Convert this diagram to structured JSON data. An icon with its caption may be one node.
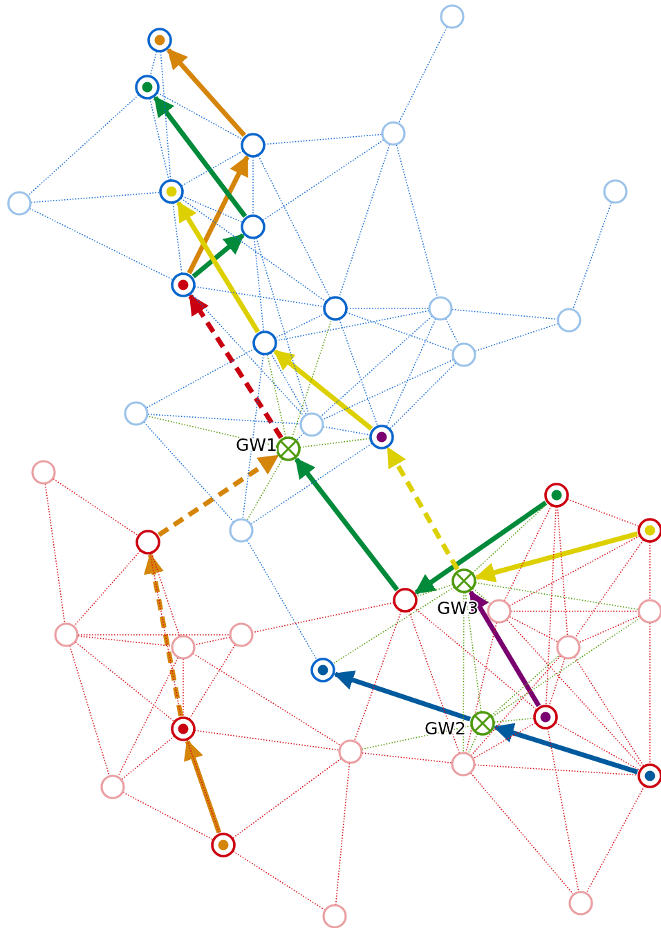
{
  "diagram": {
    "nodes": [
      {
        "text": [],
        "shape": "circle"
      },
      {
        "text": [],
        "shape": "circle"
      },
      {
        "text": [],
        "shape": "circle"
      },
      {
        "text": [],
        "shape": "circle"
      },
      {
        "text": [],
        "shape": "circle"
      },
      {
        "text": [],
        "shape": "circle"
      },
      {
        "text": [],
        "shape": "circle"
      },
      {
        "text": [],
        "shape": "circle"
      },
      {
        "text": [],
        "shape": "circle"
      },
      {
        "text": [],
        "shape": "circle"
      },
      {
        "text": [],
        "shape": "circle"
      },
      {
        "text": [],
        "shape": "circle"
      },
      {
        "text": [],
        "shape": "circle"
      },
      {
        "text": [],
        "shape": "circle"
      },
      {
        "text": [],
        "shape": "circle"
      },
      {
        "text": [],
        "shape": "circle"
      },
      {
        "text": [],
        "shape": "circle"
      },
      {
        "text": [],
        "shape": "circle"
      },
      {
        "text": [],
        "shape": "circle",
        "beside": [
          "GW1"
        ]
      },
      {
        "text": [],
        "shape": "circle"
      },
      {
        "text": [],
        "shape": "circle"
      },
      {
        "text": [],
        "shape": "circle"
      },
      {
        "text": [],
        "shape": "circle"
      },
      {
        "text": [],
        "shape": "circle"
      },
      {
        "text": [],
        "shape": "circle",
        "beside": [
          "GW3"
        ]
      },
      {
        "text": [],
        "shape": "circle"
      },
      {
        "text": [],
        "shape": "circle"
      },
      {
        "text": [],
        "shape": "circle"
      },
      {
        "text": [],
        "shape": "circle"
      },
      {
        "text": [],
        "shape": "circle"
      },
      {
        "text": [],
        "shape": "circle"
      },
      {
        "text": [],
        "shape": "circle"
      },
      {
        "text": [],
        "shape": "circle"
      },
      {
        "text": [],
        "shape": "circle"
      },
      {
        "text": [],
        "shape": "circle",
        "beside": [
          "GW2"
        ]
      },
      {
        "text": [],
        "shape": "circle"
      },
      {
        "text": [],
        "shape": "circle"
      },
      {
        "text": [],
        "shape": "circle"
      },
      {
        "text": [],
        "shape": "circle"
      },
      {
        "text": [],
        "shape": "circle"
      },
      {
        "text": [],
        "shape": "circle"
      },
      {
        "text": [],
        "shape": "circle"
      },
      {
        "text": [],
        "shape": "circle"
      }
    ],
    "edges": [
      {
        "from": 40,
        "to": 35,
        "arrow": "to",
        "style": "thick",
        "color": "#d4850a"
      },
      {
        "from": 35,
        "to": 23,
        "arrow": "to",
        "style": "dashed",
        "color": "#d4850a"
      },
      {
        "from": 23,
        "to": 18,
        "arrow": "to",
        "style": "dashed",
        "color": "#d4850a"
      },
      {
        "from": 18,
        "to": 9,
        "arrow": "to",
        "style": "dashed",
        "color": "#c8000f"
      },
      {
        "from": 9,
        "to": 4,
        "arrow": "to",
        "style": "thick",
        "color": "#d4850a"
      },
      {
        "from": 4,
        "to": 1,
        "arrow": "to",
        "style": "thick",
        "color": "#d4850a"
      },
      {
        "from": 20,
        "to": 25,
        "arrow": "to",
        "style": "thick",
        "color": "#008a3a"
      },
      {
        "from": 25,
        "to": 18,
        "arrow": "to",
        "style": "thick",
        "color": "#008a3a"
      },
      {
        "from": 9,
        "to": 8,
        "arrow": "to",
        "style": "thick",
        "color": "#008a3a"
      },
      {
        "from": 8,
        "to": 2,
        "arrow": "to",
        "style": "thick",
        "color": "#008a3a"
      },
      {
        "from": 22,
        "to": 24,
        "arrow": "to",
        "style": "thick",
        "color": "#ddd000"
      },
      {
        "from": 24,
        "to": 17,
        "arrow": "to",
        "style": "dashed",
        "color": "#ddd000"
      },
      {
        "from": 17,
        "to": 13,
        "arrow": "to",
        "style": "thick",
        "color": "#ddd000"
      },
      {
        "from": 13,
        "to": 5,
        "arrow": "to",
        "style": "thick",
        "color": "#ddd000"
      },
      {
        "from": 33,
        "to": 24,
        "arrow": "to",
        "style": "thick",
        "color": "#7a0070"
      },
      {
        "from": 38,
        "to": 34,
        "arrow": "to",
        "style": "thick",
        "color": "#005a9e"
      },
      {
        "from": 34,
        "to": 32,
        "arrow": "to",
        "style": "thick",
        "color": "#005a9e"
      },
      {
        "from": 0,
        "to": 3,
        "arrow": "none",
        "style": "dashed",
        "color": "#1a6fd6"
      },
      {
        "from": 1,
        "to": 2,
        "arrow": "none",
        "style": "dashed",
        "color": "#1a6fd6"
      },
      {
        "from": 1,
        "to": 5,
        "arrow": "none",
        "style": "dashed",
        "color": "#1a6fd6"
      },
      {
        "from": 2,
        "to": 7,
        "arrow": "none",
        "style": "dashed",
        "color": "#1a6fd6"
      },
      {
        "from": 2,
        "to": 4,
        "arrow": "none",
        "style": "dashed",
        "color": "#1a6fd6"
      },
      {
        "from": 2,
        "to": 5,
        "arrow": "none",
        "style": "dashed",
        "color": "#1a6fd6"
      },
      {
        "from": 4,
        "to": 3,
        "arrow": "none",
        "style": "dashed",
        "color": "#1a6fd6"
      },
      {
        "from": 4,
        "to": 5,
        "arrow": "none",
        "style": "dashed",
        "color": "#1a6fd6"
      },
      {
        "from": 4,
        "to": 8,
        "arrow": "none",
        "style": "dashed",
        "color": "#1a6fd6"
      },
      {
        "from": 4,
        "to": 10,
        "arrow": "none",
        "style": "dashed",
        "color": "#1a6fd6"
      },
      {
        "from": 3,
        "to": 8,
        "arrow": "none",
        "style": "dashed",
        "color": "#1a6fd6"
      },
      {
        "from": 3,
        "to": 10,
        "arrow": "none",
        "style": "dashed",
        "color": "#1a6fd6"
      },
      {
        "from": 3,
        "to": 11,
        "arrow": "none",
        "style": "dashed",
        "color": "#1a6fd6"
      },
      {
        "from": 6,
        "to": 12,
        "arrow": "none",
        "style": "dashed",
        "color": "#1a6fd6"
      },
      {
        "from": 7,
        "to": 5,
        "arrow": "none",
        "style": "dashed",
        "color": "#1a6fd6"
      },
      {
        "from": 7,
        "to": 9,
        "arrow": "none",
        "style": "dashed",
        "color": "#1a6fd6"
      },
      {
        "from": 5,
        "to": 9,
        "arrow": "none",
        "style": "dashed",
        "color": "#1a6fd6"
      },
      {
        "from": 5,
        "to": 8,
        "arrow": "none",
        "style": "dashed",
        "color": "#1a6fd6"
      },
      {
        "from": 5,
        "to": 10,
        "arrow": "none",
        "style": "dashed",
        "color": "#1a6fd6"
      },
      {
        "from": 8,
        "to": 13,
        "arrow": "none",
        "style": "dashed",
        "color": "#1a6fd6"
      },
      {
        "from": 8,
        "to": 16,
        "arrow": "none",
        "style": "dashed",
        "color": "#1a6fd6"
      },
      {
        "from": 9,
        "to": 10,
        "arrow": "none",
        "style": "dashed",
        "color": "#1a6fd6"
      },
      {
        "from": 9,
        "to": 16,
        "arrow": "none",
        "style": "dashed",
        "color": "#1a6fd6"
      },
      {
        "from": 10,
        "to": 11,
        "arrow": "none",
        "style": "dashed",
        "color": "#1a6fd6"
      },
      {
        "from": 10,
        "to": 13,
        "arrow": "none",
        "style": "dashed",
        "color": "#1a6fd6"
      },
      {
        "from": 10,
        "to": 14,
        "arrow": "none",
        "style": "dashed",
        "color": "#1a6fd6"
      },
      {
        "from": 10,
        "to": 17,
        "arrow": "none",
        "style": "dashed",
        "color": "#1a6fd6"
      },
      {
        "from": 11,
        "to": 12,
        "arrow": "none",
        "style": "dashed",
        "color": "#1a6fd6"
      },
      {
        "from": 11,
        "to": 13,
        "arrow": "none",
        "style": "dashed",
        "color": "#1a6fd6"
      },
      {
        "from": 11,
        "to": 14,
        "arrow": "none",
        "style": "dashed",
        "color": "#1a6fd6"
      },
      {
        "from": 11,
        "to": 16,
        "arrow": "none",
        "style": "dashed",
        "color": "#1a6fd6"
      },
      {
        "from": 11,
        "to": 17,
        "arrow": "none",
        "style": "dashed",
        "color": "#1a6fd6"
      },
      {
        "from": 12,
        "to": 14,
        "arrow": "none",
        "style": "dashed",
        "color": "#1a6fd6"
      },
      {
        "from": 13,
        "to": 15,
        "arrow": "none",
        "style": "dashed",
        "color": "#1a6fd6"
      },
      {
        "from": 13,
        "to": 16,
        "arrow": "none",
        "style": "dashed",
        "color": "#1a6fd6"
      },
      {
        "from": 13,
        "to": 21,
        "arrow": "none",
        "style": "dashed",
        "color": "#1a6fd6"
      },
      {
        "from": 14,
        "to": 16,
        "arrow": "none",
        "style": "dashed",
        "color": "#1a6fd6"
      },
      {
        "from": 14,
        "to": 17,
        "arrow": "none",
        "style": "dashed",
        "color": "#1a6fd6"
      },
      {
        "from": 15,
        "to": 16,
        "arrow": "none",
        "style": "dashed",
        "color": "#1a6fd6"
      },
      {
        "from": 15,
        "to": 21,
        "arrow": "none",
        "style": "dashed",
        "color": "#1a6fd6"
      },
      {
        "from": 16,
        "to": 17,
        "arrow": "none",
        "style": "dashed",
        "color": "#1a6fd6"
      },
      {
        "from": 16,
        "to": 18,
        "arrow": "none",
        "style": "dashed",
        "color": "#1a6fd6"
      },
      {
        "from": 17,
        "to": 21,
        "arrow": "none",
        "style": "dashed",
        "color": "#1a6fd6"
      },
      {
        "from": 21,
        "to": 32,
        "arrow": "none",
        "style": "dashed",
        "color": "#1a6fd6"
      },
      {
        "from": 18,
        "to": 15,
        "arrow": "none",
        "style": "dashed",
        "color": "#5a9e10"
      },
      {
        "from": 18,
        "to": 17,
        "arrow": "none",
        "style": "dashed",
        "color": "#5a9e10"
      },
      {
        "from": 18,
        "to": 13,
        "arrow": "none",
        "style": "dashed",
        "color": "#5a9e10"
      },
      {
        "from": 18,
        "to": 10,
        "arrow": "none",
        "style": "dashed",
        "color": "#5a9e10"
      },
      {
        "from": 18,
        "to": 21,
        "arrow": "none",
        "style": "dashed",
        "color": "#5a9e10"
      },
      {
        "from": 19,
        "to": 23,
        "arrow": "none",
        "style": "dashed",
        "color": "#d9101a"
      },
      {
        "from": 19,
        "to": 28,
        "arrow": "none",
        "style": "dashed",
        "color": "#d9101a"
      },
      {
        "from": 20,
        "to": 22,
        "arrow": "none",
        "style": "dashed",
        "color": "#d9101a"
      },
      {
        "from": 20,
        "to": 26,
        "arrow": "none",
        "style": "dashed",
        "color": "#d9101a"
      },
      {
        "from": 20,
        "to": 31,
        "arrow": "none",
        "style": "dashed",
        "color": "#d9101a"
      },
      {
        "from": 20,
        "to": 33,
        "arrow": "none",
        "style": "dashed",
        "color": "#d9101a"
      },
      {
        "from": 22,
        "to": 26,
        "arrow": "none",
        "style": "dashed",
        "color": "#d9101a"
      },
      {
        "from": 22,
        "to": 27,
        "arrow": "none",
        "style": "dashed",
        "color": "#d9101a"
      },
      {
        "from": 22,
        "to": 31,
        "arrow": "none",
        "style": "dashed",
        "color": "#d9101a"
      },
      {
        "from": 23,
        "to": 28,
        "arrow": "none",
        "style": "dashed",
        "color": "#d9101a"
      },
      {
        "from": 23,
        "to": 30,
        "arrow": "none",
        "style": "dashed",
        "color": "#d9101a"
      },
      {
        "from": 23,
        "to": 35,
        "arrow": "none",
        "style": "dashed",
        "color": "#d9101a"
      },
      {
        "from": 25,
        "to": 29,
        "arrow": "none",
        "style": "dashed",
        "color": "#d9101a"
      },
      {
        "from": 25,
        "to": 36,
        "arrow": "none",
        "style": "dashed",
        "color": "#d9101a"
      },
      {
        "from": 25,
        "to": 37,
        "arrow": "none",
        "style": "dashed",
        "color": "#d9101a"
      },
      {
        "from": 25,
        "to": 33,
        "arrow": "none",
        "style": "dashed",
        "color": "#d9101a"
      },
      {
        "from": 26,
        "to": 27,
        "arrow": "none",
        "style": "dashed",
        "color": "#d9101a"
      },
      {
        "from": 26,
        "to": 31,
        "arrow": "none",
        "style": "dashed",
        "color": "#d9101a"
      },
      {
        "from": 26,
        "to": 37,
        "arrow": "none",
        "style": "dashed",
        "color": "#d9101a"
      },
      {
        "from": 26,
        "to": 38,
        "arrow": "none",
        "style": "dashed",
        "color": "#d9101a"
      },
      {
        "from": 27,
        "to": 31,
        "arrow": "none",
        "style": "dashed",
        "color": "#d9101a"
      },
      {
        "from": 27,
        "to": 38,
        "arrow": "none",
        "style": "dashed",
        "color": "#d9101a"
      },
      {
        "from": 28,
        "to": 29,
        "arrow": "none",
        "style": "dashed",
        "color": "#d9101a"
      },
      {
        "from": 28,
        "to": 30,
        "arrow": "none",
        "style": "dashed",
        "color": "#d9101a"
      },
      {
        "from": 28,
        "to": 35,
        "arrow": "none",
        "style": "dashed",
        "color": "#d9101a"
      },
      {
        "from": 28,
        "to": 39,
        "arrow": "none",
        "style": "dashed",
        "color": "#d9101a"
      },
      {
        "from": 29,
        "to": 30,
        "arrow": "none",
        "style": "dashed",
        "color": "#d9101a"
      },
      {
        "from": 29,
        "to": 35,
        "arrow": "none",
        "style": "dashed",
        "color": "#d9101a"
      },
      {
        "from": 30,
        "to": 35,
        "arrow": "none",
        "style": "dashed",
        "color": "#d9101a"
      },
      {
        "from": 30,
        "to": 39,
        "arrow": "none",
        "style": "dashed",
        "color": "#d9101a"
      },
      {
        "from": 30,
        "to": 36,
        "arrow": "none",
        "style": "dashed",
        "color": "#d9101a"
      },
      {
        "from": 31,
        "to": 33,
        "arrow": "none",
        "style": "dashed",
        "color": "#d9101a"
      },
      {
        "from": 31,
        "to": 37,
        "arrow": "none",
        "style": "dashed",
        "color": "#d9101a"
      },
      {
        "from": 31,
        "to": 38,
        "arrow": "none",
        "style": "dashed",
        "color": "#d9101a"
      },
      {
        "from": 33,
        "to": 37,
        "arrow": "none",
        "style": "dashed",
        "color": "#d9101a"
      },
      {
        "from": 33,
        "to": 38,
        "arrow": "none",
        "style": "dashed",
        "color": "#d9101a"
      },
      {
        "from": 33,
        "to": 41,
        "arrow": "none",
        "style": "dashed",
        "color": "#d9101a"
      },
      {
        "from": 35,
        "to": 36,
        "arrow": "none",
        "style": "dashed",
        "color": "#d9101a"
      },
      {
        "from": 35,
        "to": 39,
        "arrow": "none",
        "style": "dashed",
        "color": "#d9101a"
      },
      {
        "from": 35,
        "to": 40,
        "arrow": "none",
        "style": "dashed",
        "color": "#d9101a"
      },
      {
        "from": 36,
        "to": 37,
        "arrow": "none",
        "style": "dashed",
        "color": "#d9101a"
      },
      {
        "from": 36,
        "to": 40,
        "arrow": "none",
        "style": "dashed",
        "color": "#d9101a"
      },
      {
        "from": 36,
        "to": 42,
        "arrow": "none",
        "style": "dashed",
        "color": "#d9101a"
      },
      {
        "from": 37,
        "to": 38,
        "arrow": "none",
        "style": "dashed",
        "color": "#d9101a"
      },
      {
        "from": 37,
        "to": 41,
        "arrow": "none",
        "style": "dashed",
        "color": "#d9101a"
      },
      {
        "from": 38,
        "to": 41,
        "arrow": "none",
        "style": "dashed",
        "color": "#d9101a"
      },
      {
        "from": 39,
        "to": 40,
        "arrow": "none",
        "style": "dashed",
        "color": "#d9101a"
      },
      {
        "from": 40,
        "to": 42,
        "arrow": "none",
        "style": "dashed",
        "color": "#d9101a"
      },
      {
        "from": 24,
        "to": 20,
        "arrow": "none",
        "style": "dashed",
        "color": "#5a9e10"
      },
      {
        "from": 24,
        "to": 25,
        "arrow": "none",
        "style": "dashed",
        "color": "#5a9e10"
      },
      {
        "from": 24,
        "to": 27,
        "arrow": "none",
        "style": "dashed",
        "color": "#5a9e10"
      },
      {
        "from": 24,
        "to": 32,
        "arrow": "none",
        "style": "dashed",
        "color": "#5a9e10"
      },
      {
        "from": 24,
        "to": 34,
        "arrow": "none",
        "style": "dashed",
        "color": "#5a9e10"
      },
      {
        "from": 24,
        "to": 26,
        "arrow": "none",
        "style": "dashed",
        "color": "#5a9e10"
      },
      {
        "from": 24,
        "to": 37,
        "arrow": "none",
        "style": "dashed",
        "color": "#5a9e10"
      },
      {
        "from": 34,
        "to": 27,
        "arrow": "none",
        "style": "dashed",
        "color": "#5a9e10"
      },
      {
        "from": 34,
        "to": 31,
        "arrow": "none",
        "style": "dashed",
        "color": "#5a9e10"
      },
      {
        "from": 34,
        "to": 33,
        "arrow": "none",
        "style": "dashed",
        "color": "#5a9e10"
      },
      {
        "from": 34,
        "to": 36,
        "arrow": "none",
        "style": "dashed",
        "color": "#5a9e10"
      },
      {
        "from": 34,
        "to": 37,
        "arrow": "none",
        "style": "dashed",
        "color": "#5a9e10"
      }
    ]
  }
}
